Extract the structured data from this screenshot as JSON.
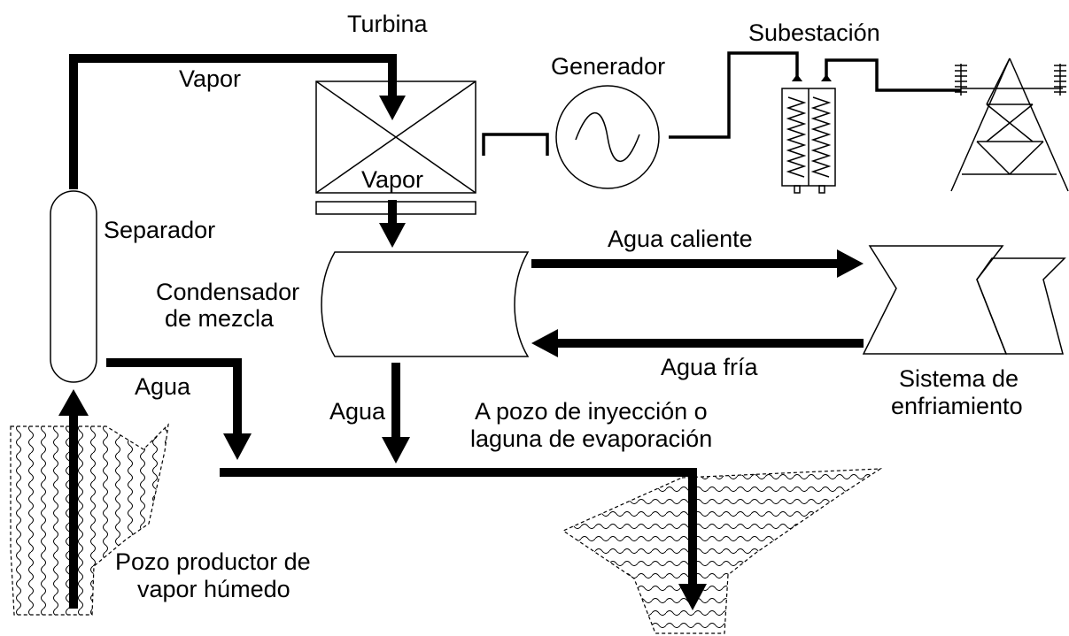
{
  "labels": {
    "turbina": "Turbina",
    "vapor_top": "Vapor",
    "generador": "Generador",
    "subestacion": "Subestación",
    "vapor_mid": "Vapor",
    "separador": "Separador",
    "condensador_1": "Condensador",
    "condensador_2": "de mezcla",
    "agua_caliente": "Agua caliente",
    "agua_fria": "Agua fría",
    "sistema_1": "Sistema de",
    "sistema_2": "enfriamiento",
    "agua_sep": "Agua",
    "agua_cond": "Agua",
    "inyeccion_1": "A pozo de inyección o",
    "inyeccion_2": "laguna de evaporación",
    "pozo_1": "Pozo productor de",
    "pozo_2": "vapor húmedo"
  },
  "colors": {
    "line": "#000000",
    "background": "#ffffff"
  }
}
